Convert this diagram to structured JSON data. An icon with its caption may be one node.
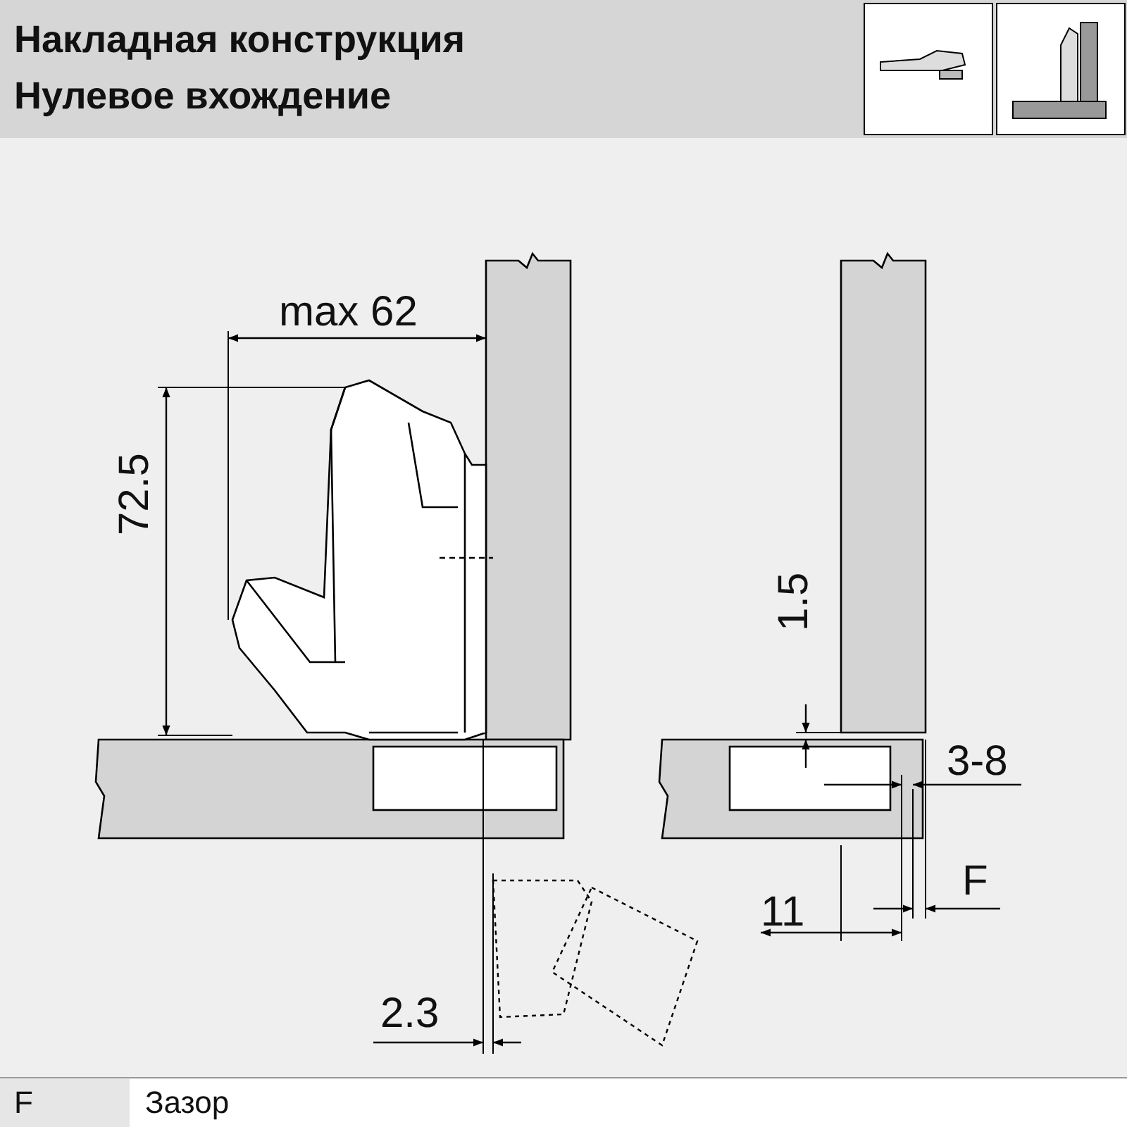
{
  "diagram": {
    "title": "Накладная конструкция Нулевое вхождение",
    "labels": [
      "max 62",
      "72.5",
      "1.5",
      "3-8",
      "F",
      "11",
      "2.3",
      "F",
      "Зазор"
    ]
  }
}
